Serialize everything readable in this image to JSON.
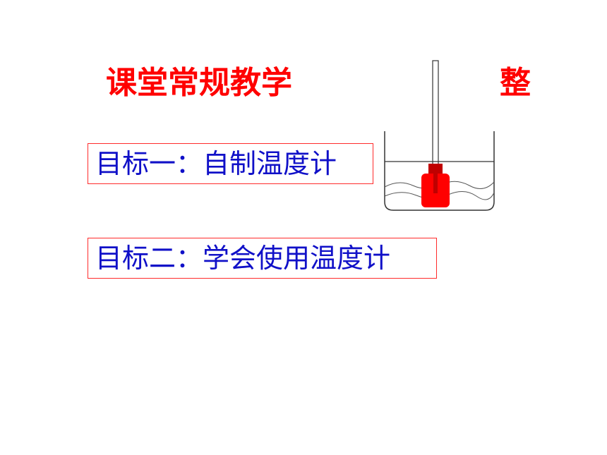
{
  "slide": {
    "title": "课堂常规教学",
    "title_right": "整",
    "goals": [
      {
        "text": "目标一：自制温度计"
      },
      {
        "text": "目标二：学会使用温度计"
      }
    ]
  },
  "colors": {
    "title": "#ff0000",
    "goal_text": "#1010c8",
    "goal_border": "#ff2b2b",
    "bottle": "#ff0000",
    "bottle_cap": "#c00000"
  },
  "illustration": {
    "icon": "homemade-thermometer-in-beaker-icon"
  }
}
